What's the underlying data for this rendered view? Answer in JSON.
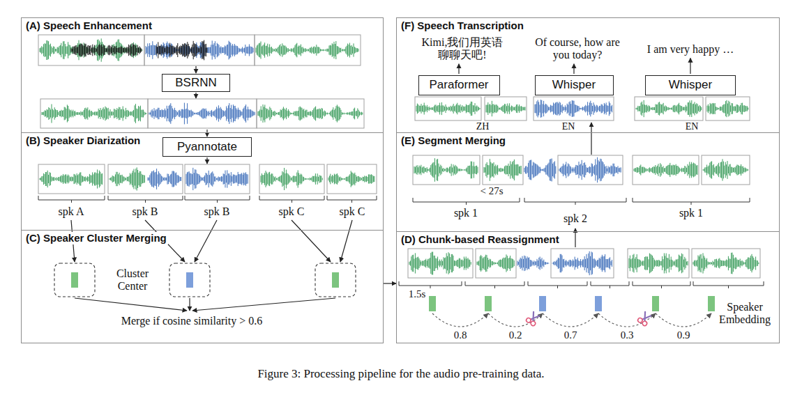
{
  "diagram": {
    "caption": "Figure 3: Processing pipeline for the audio pre-training data.",
    "nodes": [
      {
        "text": [
          "(A) Speech Enhancement"
        ]
      },
      {
        "text": [
          "BSRNN"
        ],
        "in": 0
      },
      {
        "text": [
          "(B) Speaker Diarization"
        ]
      },
      {
        "text": [
          "Pyannotate"
        ],
        "in": 2
      },
      {
        "text": [
          "(C) Speaker Cluster Merging"
        ]
      },
      {
        "text": [
          "(F) Speech Transcription"
        ]
      },
      {
        "text": [
          "Paraformer"
        ],
        "in": 5
      },
      {
        "text": [
          "Whisper"
        ],
        "in": 5
      },
      {
        "text": [
          "Whisper"
        ],
        "in": 5
      },
      {
        "text": [
          "(E) Segment Merging"
        ]
      },
      {
        "text": [
          "(D) Chunk-based Reassignment"
        ]
      }
    ],
    "edges": [
      {
        "from": 4,
        "to": 10,
        "arrow": "to"
      }
    ],
    "labels": [
      "spk A",
      "spk B",
      "spk B",
      "spk C",
      "spk C",
      "Cluster Center",
      "Merge if cosine similarity > 0.6",
      "Kimi,我们用英语 聊聊天吧!",
      "Of course, how are you today?",
      "I am very happy …",
      "ZH",
      "EN",
      "EN",
      "< 27s",
      "spk 1",
      "spk 2",
      "spk 1",
      "1.5s",
      "0.8",
      "0.2",
      "0.7",
      "0.3",
      "0.9",
      "Speaker Embedding"
    ]
  }
}
